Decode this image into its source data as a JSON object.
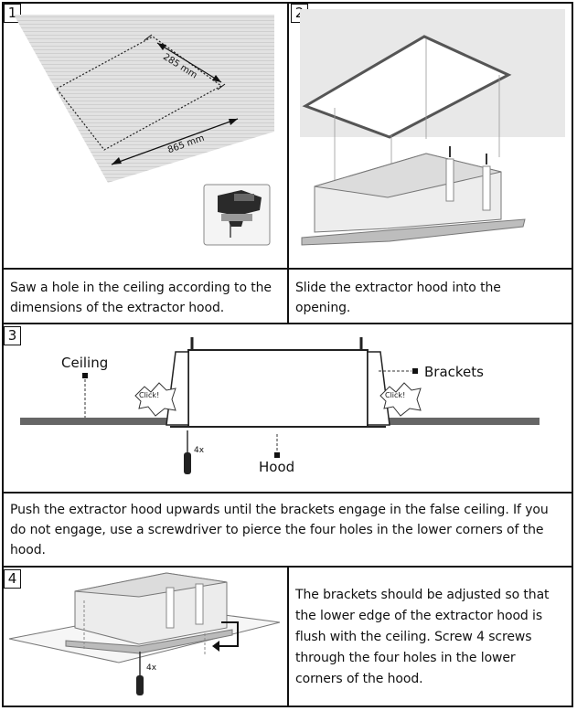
{
  "steps": [
    {
      "number": "1",
      "caption": "Saw a hole in the ceiling according to the dimensions of the extractor hood.",
      "dimensions": {
        "width": "285 mm",
        "length": "865 mm"
      },
      "tool": "jigsaw-icon"
    },
    {
      "number": "2",
      "caption": "Slide the extractor hood into the opening."
    },
    {
      "number": "3",
      "caption": "Push the extractor hood upwards until the brackets engage in the false ceiling. If you do not engage, use a screwdriver to pierce the four holes in the lower corners of the hood.",
      "labels": {
        "ceiling": "Ceiling",
        "brackets": "Brackets",
        "hood": "Hood",
        "click": "Click!",
        "count": "4x"
      }
    },
    {
      "number": "4",
      "caption": "The brackets should be adjusted so that the lower edge of the extractor hood is flush with the ceiling. Screw 4 screws through the four holes in the lower corners of the hood.",
      "labels": {
        "count": "4x"
      }
    }
  ]
}
